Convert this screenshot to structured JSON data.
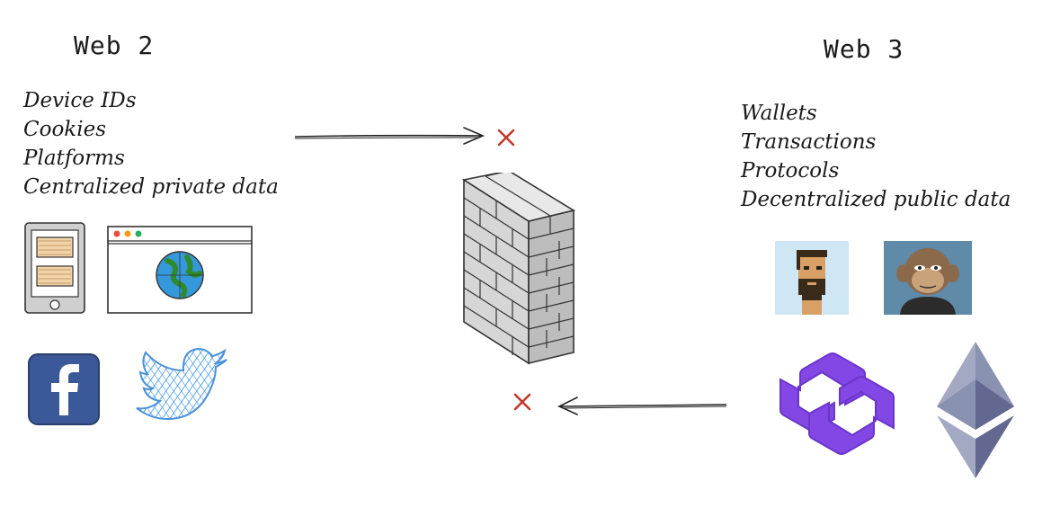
{
  "web2": {
    "title": "Web 2",
    "items": [
      "Device IDs",
      "Cookies",
      "Platforms",
      "Centralized private data"
    ]
  },
  "web3": {
    "title": "Web 3",
    "items": [
      "Wallets",
      "Transactions",
      "Protocols",
      "Decentralized public data"
    ]
  },
  "icons": {
    "web2": [
      "phone-app-icon",
      "browser-globe-icon",
      "facebook-icon",
      "twitter-icon"
    ],
    "web3": [
      "cryptopunk-nft-icon",
      "bored-ape-nft-icon",
      "polygon-icon",
      "ethereum-icon"
    ],
    "center": [
      "firewall-icon",
      "blocked-x-icon"
    ]
  },
  "colors": {
    "blocked": "#c0392b",
    "facebook": "#3b5998",
    "twitter": "#55acee",
    "polygon": "#8247e5",
    "ethereum": "#8a92b2"
  }
}
